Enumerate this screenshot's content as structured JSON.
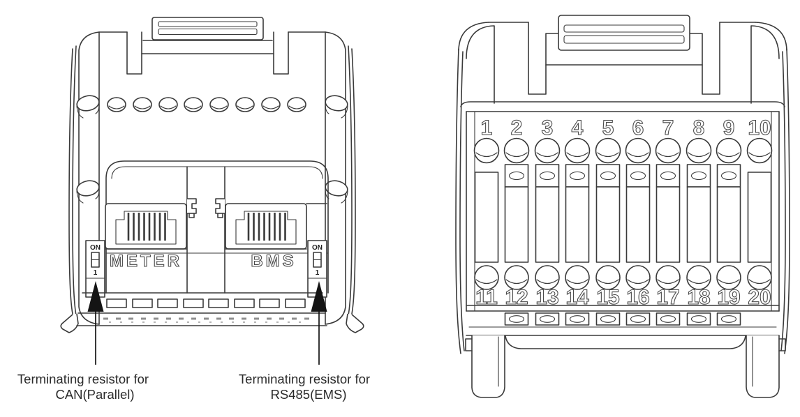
{
  "diagram": {
    "left_device": {
      "port_labels": {
        "left": "METER",
        "right": "BMS"
      },
      "dip_switches": [
        {
          "top_label": "ON",
          "bottom_label": "1"
        },
        {
          "top_label": "ON",
          "bottom_label": "1"
        }
      ],
      "callouts": [
        {
          "line1": "Terminating resistor for",
          "line2": "CAN(Parallel)"
        },
        {
          "line1": "Terminating resistor for",
          "line2": "RS485(EMS)"
        }
      ]
    },
    "right_device": {
      "top_terminals": [
        "1",
        "2",
        "3",
        "4",
        "5",
        "6",
        "7",
        "8",
        "9",
        "10"
      ],
      "bottom_terminals": [
        "11",
        "12",
        "13",
        "14",
        "15",
        "16",
        "17",
        "18",
        "19",
        "20"
      ]
    },
    "colors": {
      "line": "#3a3a3a",
      "label_text": "#2b2b2b",
      "arrow": "#141414",
      "background": "#ffffff"
    }
  }
}
